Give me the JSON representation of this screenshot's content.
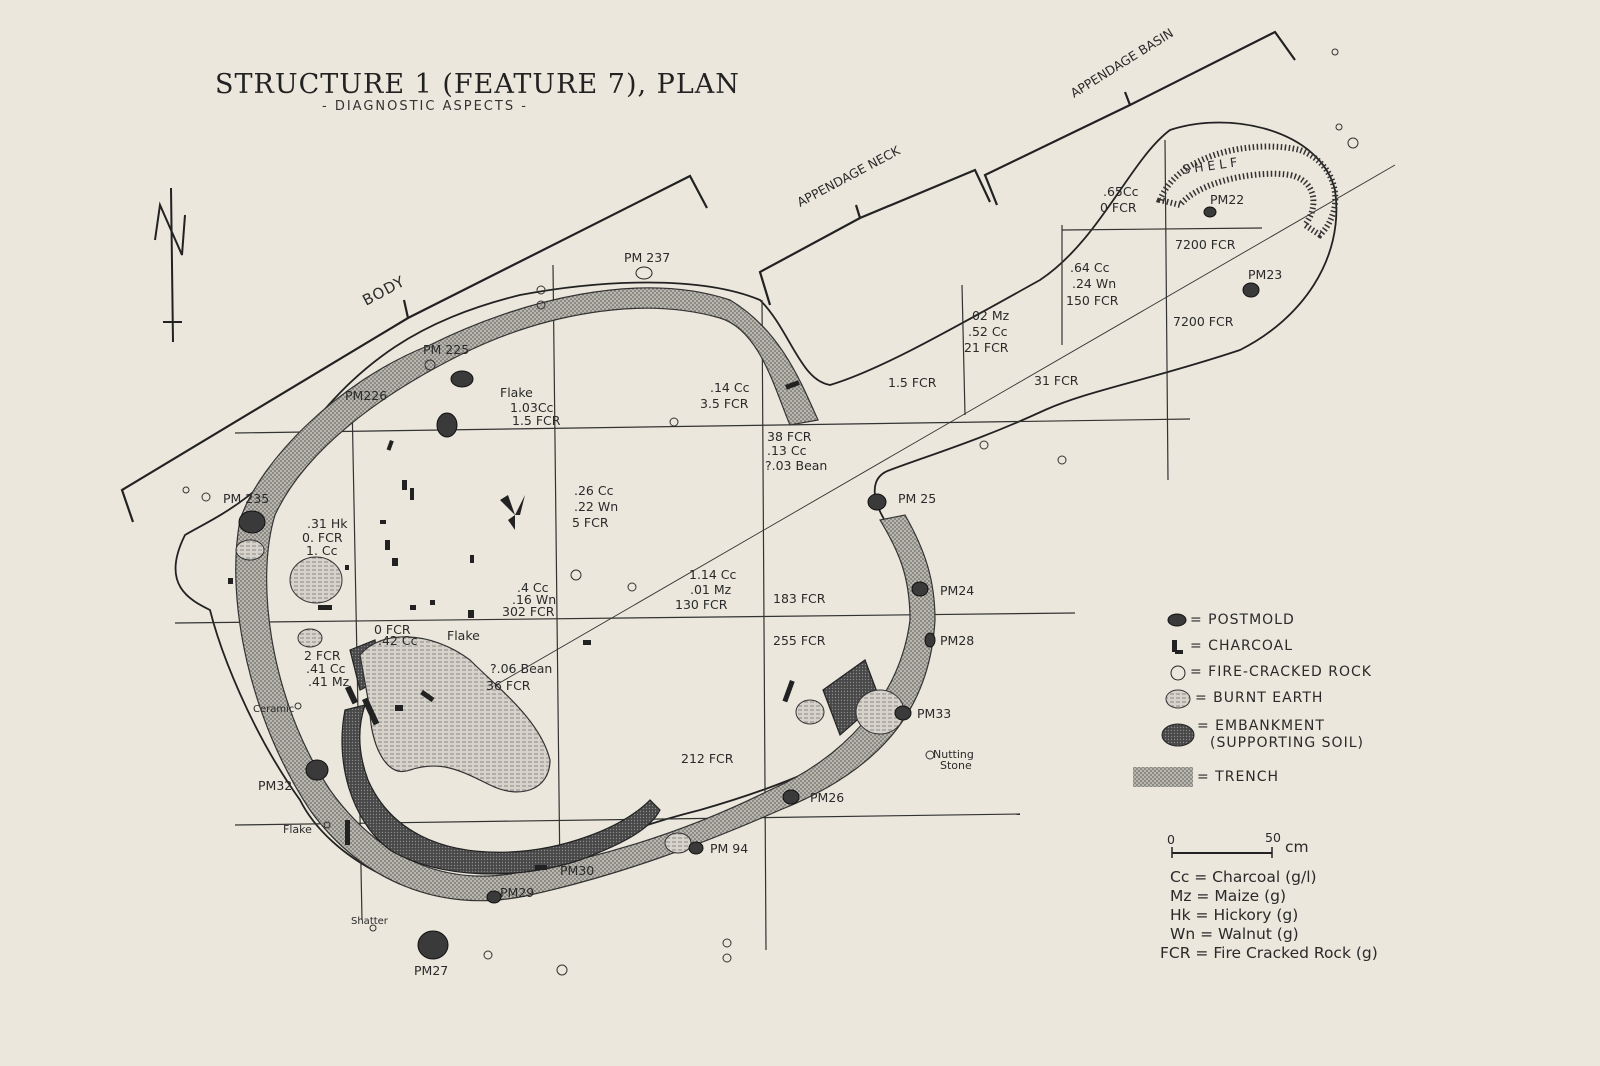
{
  "title": "STRUCTURE 1 (FEATURE 7), PLAN",
  "subtitle": "- DIAGNOSTIC ASPECTS -",
  "sections": {
    "body": "BODY",
    "neck": "APPENDAGE NECK",
    "basin": "APPENDAGE BASIN",
    "shelf": "S H E L F"
  },
  "postmolds": [
    "PM 237",
    "PM 225",
    "PM226",
    "PM 235",
    "PM 25",
    "PM24",
    "PM28",
    "PM33",
    "PM26",
    "PM 94",
    "PM30",
    "PM29",
    "PM27",
    "PM32",
    "PM22",
    "PM23"
  ],
  "annotations": {
    "flake_top": "Flake",
    "flake_top_cc": "1.03Cc",
    "flake_top_fcr": "1.5 FCR",
    "g1a": ".14 Cc",
    "g1b": "3.5 FCR",
    "g2a": "38 FCR",
    "g2b": ".13 Cc",
    "g2c": "?.03 Bean",
    "g3a": ".26 Cc",
    "g3b": ".22 Wn",
    "g3c": "5 FCR",
    "g4a": ".31 Hk",
    "g4b": "0. FCR",
    "g4c": "1. Cc",
    "g5a": ".4 Cc",
    "g5b": ".16 Wn",
    "g5c": "302 FCR",
    "g6a": "1.14 Cc",
    "g6b": ".01 Mz",
    "g6c": "130 FCR",
    "g7": "183 FCR",
    "g8a": "0 FCR",
    "g8b": ".42 Cc",
    "flake_mid": "Flake",
    "g9a": "2 FCR",
    "g9b": ".41 Cc",
    "g9c": ".41 Mz",
    "g10a": "?.06 Bean",
    "g10b": "36 FCR",
    "g11": "255 FCR",
    "ceramic": "Ceramic",
    "g12": "212 FCR",
    "nutting": "Nutting",
    "nutting2": "Stone",
    "flake_low": "Flake",
    "shatter": "Shatter",
    "n1": "1.5 FCR",
    "n2a": ".02 Mz",
    "n2b": ".52 Cc",
    "n2c": "21 FCR",
    "n3": "31 FCR",
    "b1a": ".65Cc",
    "b1b": "0 FCR",
    "b2a": ".64 Cc",
    "b2b": ".24 Wn",
    "b2c": "150 FCR",
    "b3": "7200 FCR",
    "b4": "7200 FCR"
  },
  "legend": {
    "postmold": "= POSTMOLD",
    "charcoal": "= CHARCOAL",
    "fcr": "= FIRE-CRACKED ROCK",
    "burnt": "= BURNT EARTH",
    "embank1": "= EMBANKMENT",
    "embank2": "(SUPPORTING SOIL)",
    "trench": "= TRENCH"
  },
  "scale": {
    "zero": "0",
    "fifty": "50",
    "unit": "cm"
  },
  "abbreviations": [
    "Cc = Charcoal (g/l)",
    "Mz = Maize (g)",
    "Hk = Hickory (g)",
    "Wn = Walnut (g)",
    "FCR = Fire Cracked Rock (g)"
  ],
  "colors": {
    "paper": "#ebe7dc",
    "ink": "#262626",
    "trench": "#a9a6a0",
    "embankment": "#4f4f4f",
    "burnt": "#c9c6bf"
  }
}
